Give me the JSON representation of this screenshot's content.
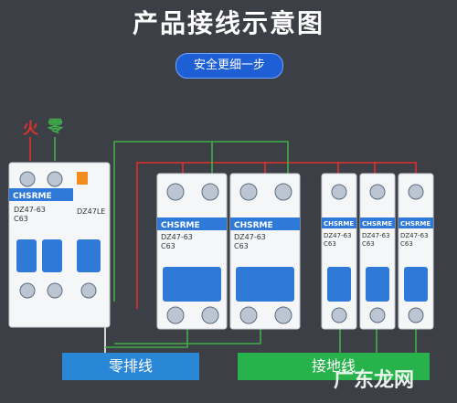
{
  "title": "产品接线示意图",
  "subtitle_button": "安全更细一步",
  "labels": {
    "fire": "火",
    "zero": "零"
  },
  "bottom": {
    "neutral_bar": "零排线",
    "ground_bar": "接地线"
  },
  "watermark": "广东龙网",
  "breakers": {
    "left": {
      "brand": "CHSRME",
      "model": "DZ47-63",
      "rating": "C63",
      "model2": "DZ47LE"
    },
    "double": {
      "brand": "CHSRME",
      "model": "DZ47-63",
      "rating": "C63"
    },
    "single": {
      "brand": "CHSRME",
      "model": "DZ47-63",
      "rating": "C63"
    }
  },
  "colors": {
    "fire": "#e0302a",
    "zero": "#3fae49",
    "blue_bar": "#2a86d6",
    "green_bar": "#28b24b",
    "breaker_blue": "#2f7ad8"
  }
}
